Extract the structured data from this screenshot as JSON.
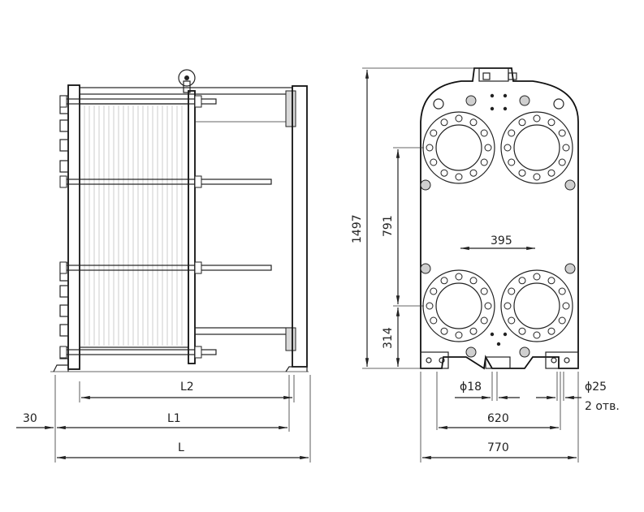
{
  "side_view": {
    "dim_l2": "L2",
    "dim_l1": "L1",
    "dim_l": "L",
    "dim_30": "30"
  },
  "front_view": {
    "dim_1497": "1497",
    "dim_791": "791",
    "dim_314": "314",
    "dim_395": "395",
    "dim_phi18": "ϕ18",
    "dim_phi25": "ϕ25",
    "dim_2holes": "2 отв.",
    "dim_620": "620",
    "dim_770": "770"
  }
}
